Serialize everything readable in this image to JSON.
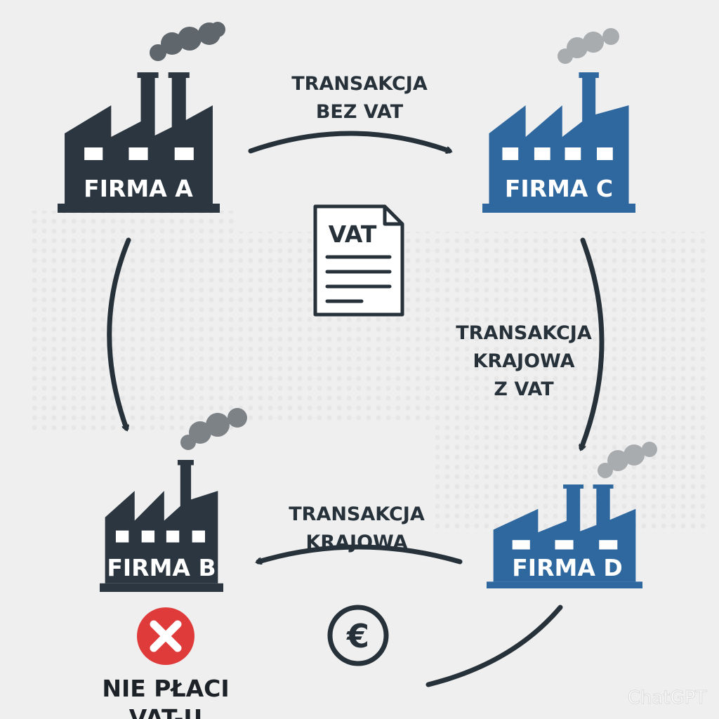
{
  "colors": {
    "dark": "#2b3640",
    "blue": "#2f679f",
    "red": "#e03b3b",
    "smoke": "#7a7f84",
    "background": "#efefef"
  },
  "firms": {
    "a": {
      "label": "FIRMA A"
    },
    "b": {
      "label": "FIRMA B"
    },
    "c": {
      "label": "FIRMA C"
    },
    "d": {
      "label": "FIRMA D"
    }
  },
  "transactions": {
    "a_to_c": {
      "line1": "TRANSAKCJA",
      "line2": "BEZ VAT"
    },
    "c_to_d": {
      "line1": "TRANSAKCJA",
      "line2": "KRAJOWA",
      "line3": "Z VAT"
    },
    "d_to_b": {
      "line1": "TRANSAKCJA",
      "line2": "KRAJOWA"
    }
  },
  "document": {
    "title": "VAT",
    "icon": "document-icon"
  },
  "money": {
    "icon": "euro-icon",
    "symbol": "€"
  },
  "status_b": {
    "icon": "x-circle-icon",
    "line1": "NIE PŁACI",
    "line2": "VAT-U"
  },
  "watermark": "ChatGPT"
}
